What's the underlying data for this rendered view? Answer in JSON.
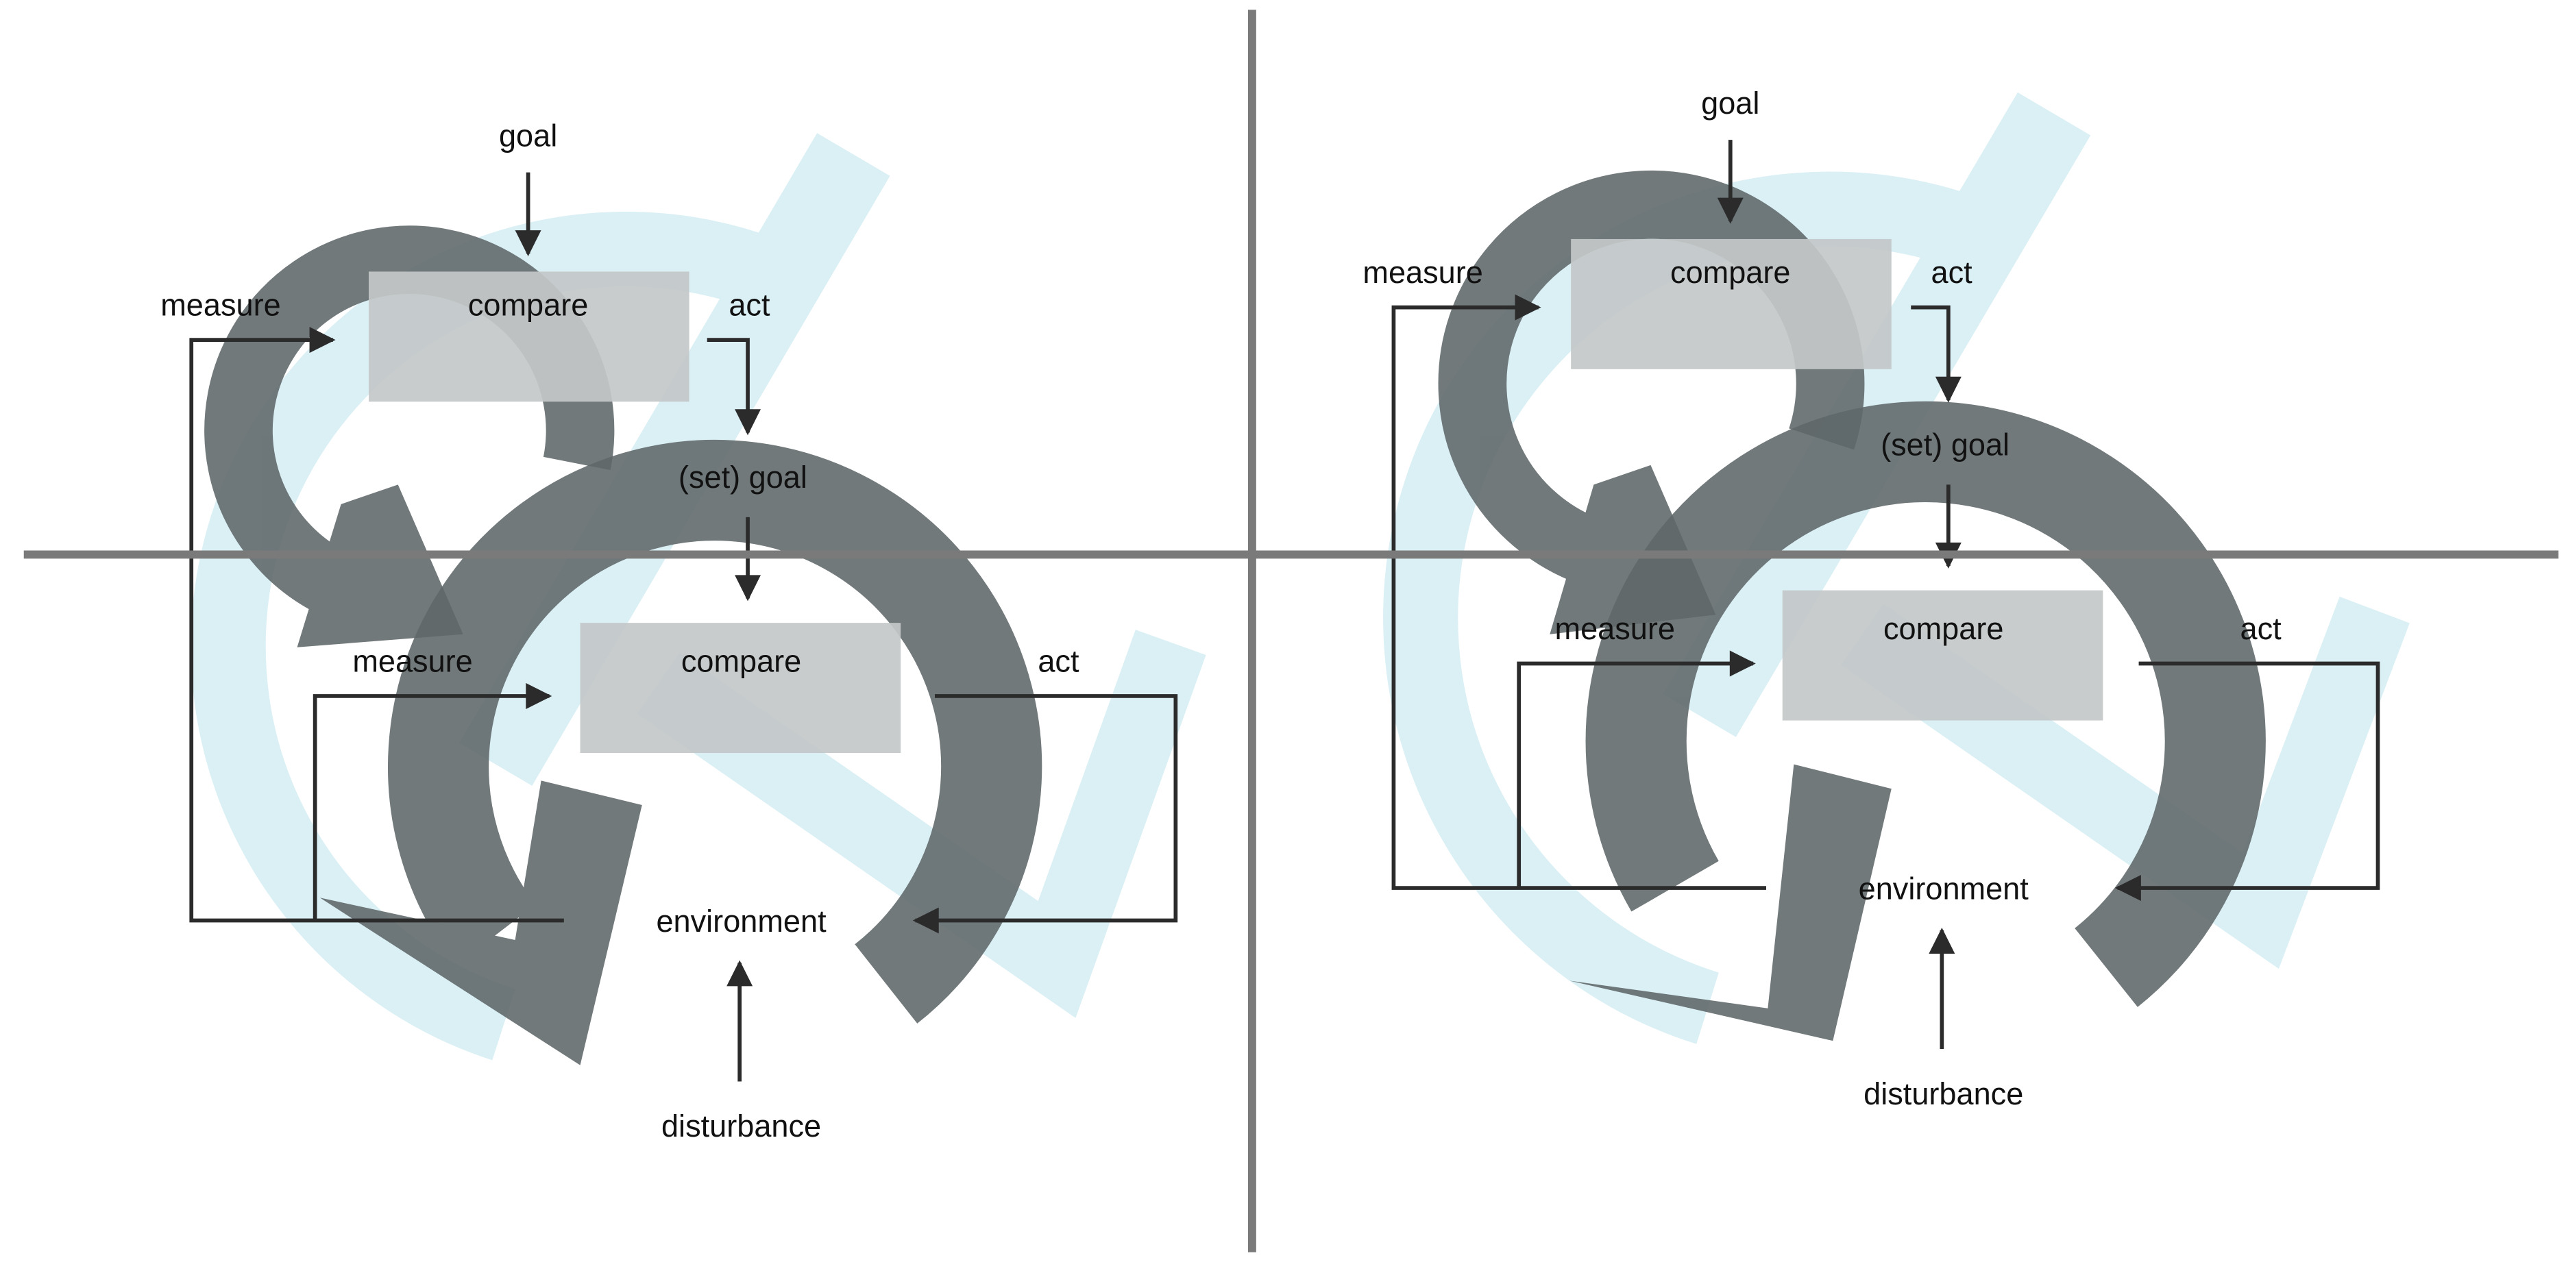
{
  "colors": {
    "background": "#ffffff",
    "big_check_mark": "#daf0f5",
    "loop_arrow": "#5f6769",
    "compare_box": "#c3c8c8",
    "lines": "#2b2b2b",
    "divider": "#7a7a7a"
  },
  "left_diagram": {
    "outer_loop": {
      "goal": "goal",
      "measure": "measure",
      "compare": "compare",
      "act": "act"
    },
    "inner_loop": {
      "set_goal": "(set) goal",
      "measure": "measure",
      "compare": "compare",
      "act": "act",
      "environment": "environment",
      "disturbance": "disturbance"
    }
  },
  "right_diagram": {
    "outer_loop": {
      "goal": "goal",
      "measure": "measure",
      "compare": "compare",
      "act": "act"
    },
    "inner_loop": {
      "set_goal": "(set) goal",
      "measure": "measure",
      "compare": "compare",
      "act": "act",
      "environment": "environment",
      "disturbance": "disturbance"
    }
  }
}
